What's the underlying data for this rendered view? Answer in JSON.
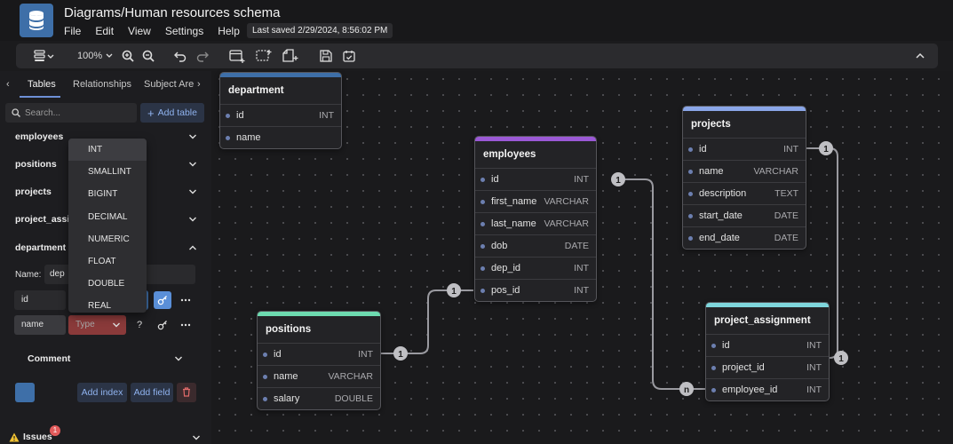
{
  "header": {
    "title": "Diagrams/Human resources schema",
    "menu": [
      "File",
      "Edit",
      "View",
      "Settings",
      "Help"
    ],
    "last_saved": "Last saved 2/29/2024, 8:56:02 PM"
  },
  "toolbar": {
    "zoom": "100%"
  },
  "sidebar": {
    "tabs": [
      "Tables",
      "Relationships",
      "Subject Are"
    ],
    "search_placeholder": "Search...",
    "add_table_label": "Add table",
    "tables": [
      "employees",
      "positions",
      "projects",
      "project_assign",
      "department"
    ],
    "name_label": "Name:",
    "name_value": "dep",
    "fields": [
      {
        "name": "id"
      },
      {
        "name": "name",
        "type_placeholder": "Type"
      }
    ],
    "field_help": "?",
    "comment_label": "Comment",
    "add_index_label": "Add index",
    "add_field_label": "Add field",
    "issues_label": "Issues",
    "issues_count": "1",
    "color": "#3e6fa8"
  },
  "type_dropdown": {
    "options": [
      "INT",
      "SMALLINT",
      "BIGINT",
      "DECIMAL",
      "NUMERIC",
      "FLOAT",
      "DOUBLE",
      "REAL"
    ]
  },
  "canvas": {
    "tables": [
      {
        "name": "department",
        "color": "#3e6fa8",
        "fields": [
          {
            "name": "id",
            "type": "INT"
          },
          {
            "name": "name",
            "type": ""
          }
        ]
      },
      {
        "name": "employees",
        "color": "#9b59d6",
        "fields": [
          {
            "name": "id",
            "type": "INT"
          },
          {
            "name": "first_name",
            "type": "VARCHAR"
          },
          {
            "name": "last_name",
            "type": "VARCHAR"
          },
          {
            "name": "dob",
            "type": "DATE"
          },
          {
            "name": "dep_id",
            "type": "INT"
          },
          {
            "name": "pos_id",
            "type": "INT"
          }
        ]
      },
      {
        "name": "projects",
        "color": "#8aa6e8",
        "fields": [
          {
            "name": "id",
            "type": "INT"
          },
          {
            "name": "name",
            "type": "VARCHAR"
          },
          {
            "name": "description",
            "type": "TEXT"
          },
          {
            "name": "start_date",
            "type": "DATE"
          },
          {
            "name": "end_date",
            "type": "DATE"
          }
        ]
      },
      {
        "name": "positions",
        "color": "#6ddbb0",
        "fields": [
          {
            "name": "id",
            "type": "INT"
          },
          {
            "name": "name",
            "type": "VARCHAR"
          },
          {
            "name": "salary",
            "type": "DOUBLE"
          }
        ]
      },
      {
        "name": "project_assignment",
        "color": "#7fd6dc",
        "fields": [
          {
            "name": "id",
            "type": "INT"
          },
          {
            "name": "project_id",
            "type": "INT"
          },
          {
            "name": "employee_id",
            "type": "INT"
          }
        ]
      }
    ],
    "relations": [
      {
        "from_label": "1",
        "to_label": "n"
      },
      {
        "from_label": "1",
        "to_label": "1"
      },
      {
        "from_label": "1",
        "to_label": "1"
      }
    ]
  }
}
